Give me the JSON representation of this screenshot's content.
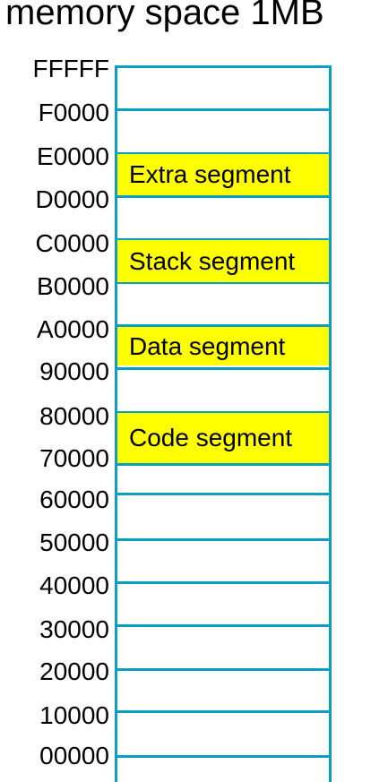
{
  "title": "memory space 1MB",
  "addresses": [
    "FFFFF",
    "F0000",
    "E0000",
    "D0000",
    "C0000",
    "B0000",
    "A0000",
    "90000",
    "80000",
    "70000",
    "60000",
    "50000",
    "40000",
    "30000",
    "20000",
    "10000",
    "00000"
  ],
  "segments": [
    {
      "label": "Extra segment"
    },
    {
      "label": "Stack segment"
    },
    {
      "label": "Data segment"
    },
    {
      "label": "Code segment"
    }
  ],
  "colors": {
    "border": "#0a9ec2",
    "segment_fill": "#ffff00"
  }
}
